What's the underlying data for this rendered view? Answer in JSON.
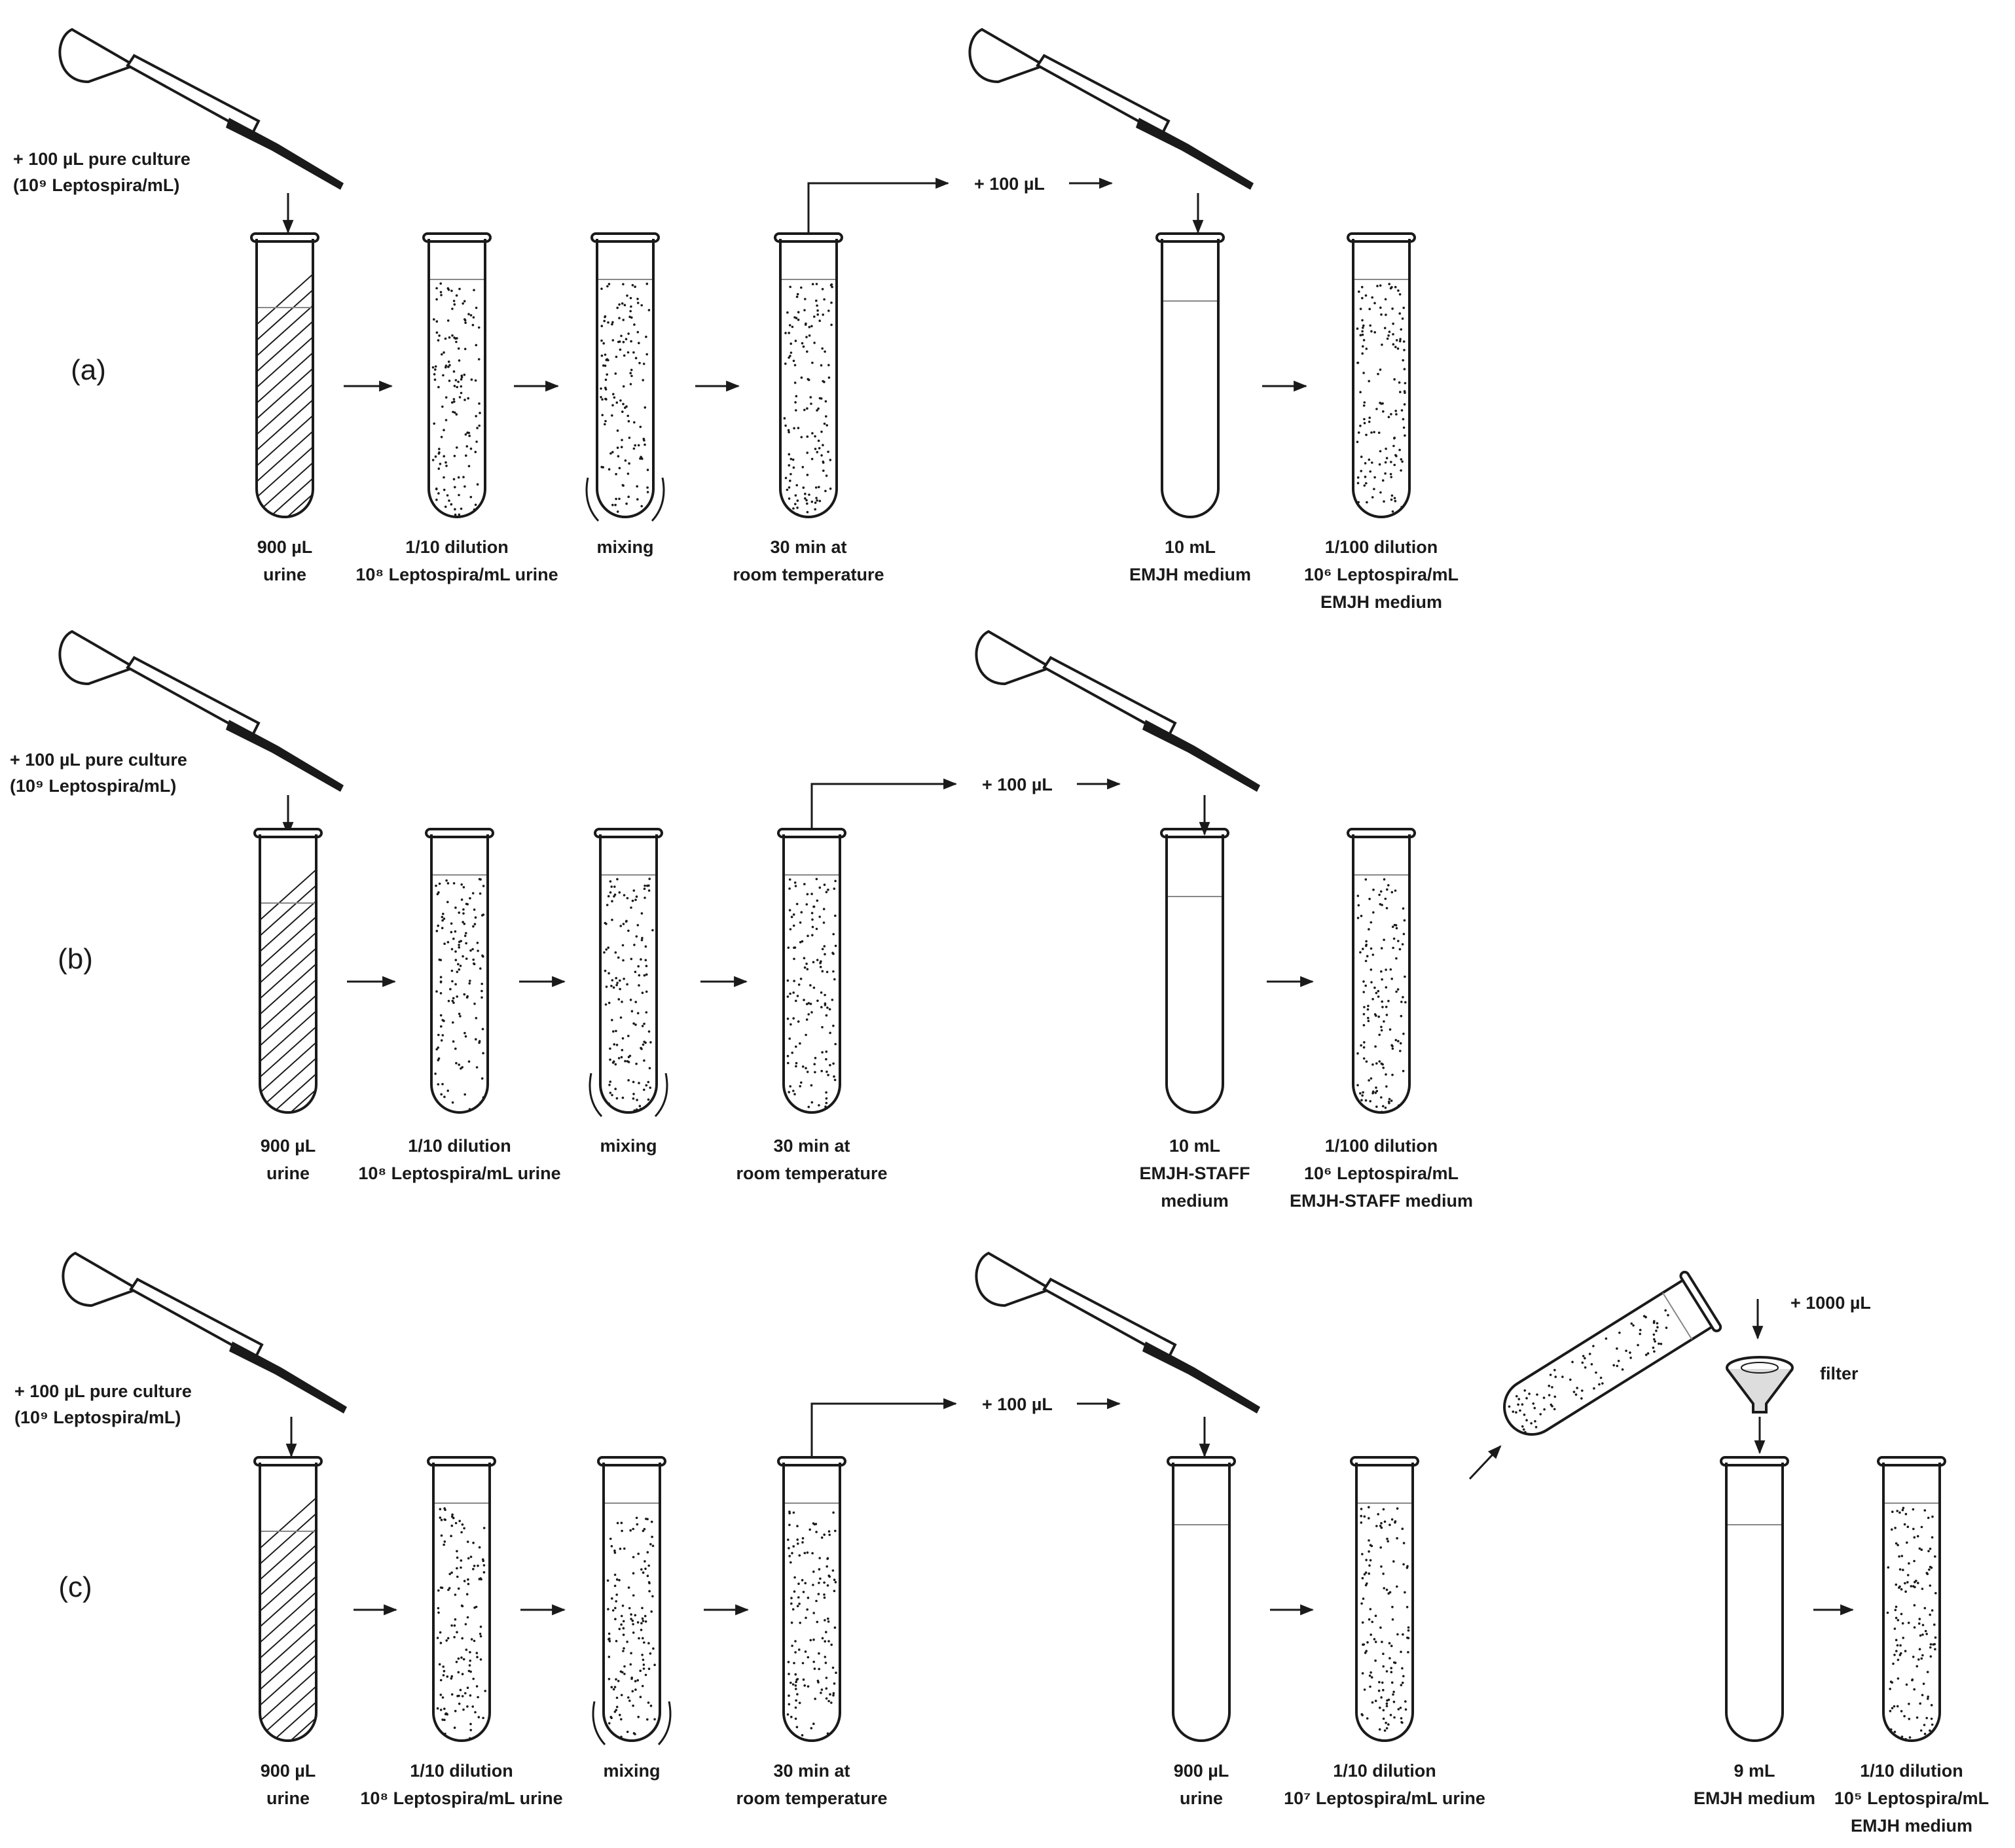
{
  "colors": {
    "ink": "#1a1a1a",
    "meniscus": "#888888",
    "background": "#ffffff"
  },
  "rows": [
    {
      "label": "(a)",
      "pipette_left_text": [
        "+ 100 µL pure culture",
        "(10⁹ Leptospira/mL)"
      ],
      "transfer_text": "+ 100 µL",
      "tubes": [
        {
          "content": "hatched",
          "caption": [
            "900 µL",
            "urine"
          ]
        },
        {
          "content": "dotted",
          "caption": [
            "1/10 dilution",
            "10⁸ Leptospira/mL urine"
          ]
        },
        {
          "content": "dotted-mixing",
          "caption": [
            "mixing"
          ]
        },
        {
          "content": "dotted",
          "caption": [
            "30 min at",
            "room temperature"
          ]
        },
        {
          "content": "empty",
          "caption": [
            "10 mL",
            "EMJH medium"
          ]
        },
        {
          "content": "dotted",
          "caption": [
            "1/100 dilution",
            "10⁶ Leptospira/mL",
            "EMJH medium"
          ]
        }
      ]
    },
    {
      "label": "(b)",
      "pipette_left_text": [
        "+ 100 µL pure culture",
        "(10⁹ Leptospira/mL)"
      ],
      "transfer_text": "+ 100 µL",
      "tubes": [
        {
          "content": "hatched",
          "caption": [
            "900 µL",
            "urine"
          ]
        },
        {
          "content": "dotted",
          "caption": [
            "1/10 dilution",
            "10⁸ Leptospira/mL urine"
          ]
        },
        {
          "content": "dotted-mixing",
          "caption": [
            "mixing"
          ]
        },
        {
          "content": "dotted",
          "caption": [
            "30 min at",
            "room temperature"
          ]
        },
        {
          "content": "empty",
          "caption": [
            "10 mL",
            "EMJH-STAFF",
            "medium"
          ]
        },
        {
          "content": "dotted",
          "caption": [
            "1/100 dilution",
            "10⁶ Leptospira/mL",
            "EMJH-STAFF medium"
          ]
        }
      ]
    },
    {
      "label": "(c)",
      "pipette_left_text": [
        "+ 100 µL pure culture",
        "(10⁹ Leptospira/mL)"
      ],
      "transfer_text": "+ 100 µL",
      "tubes": [
        {
          "content": "hatched",
          "caption": [
            "900 µL",
            "urine"
          ]
        },
        {
          "content": "dotted",
          "caption": [
            "1/10 dilution",
            "10⁸ Leptospira/mL urine"
          ]
        },
        {
          "content": "dotted-mixing",
          "caption": [
            "mixing"
          ]
        },
        {
          "content": "dotted",
          "caption": [
            "30 min at",
            "room temperature"
          ]
        },
        {
          "content": "empty",
          "caption": [
            "900 µL",
            "urine"
          ]
        },
        {
          "content": "dotted",
          "caption": [
            "1/10 dilution",
            "10⁷ Leptospira/mL urine"
          ]
        },
        {
          "content": "empty",
          "caption": [
            "9 mL",
            "EMJH medium"
          ]
        },
        {
          "content": "dotted",
          "caption": [
            "1/10 dilution",
            "10⁵ Leptospira/mL",
            "EMJH medium"
          ]
        }
      ],
      "filter_add_text": "+ 1000 µL",
      "filter_text": "filter"
    }
  ]
}
